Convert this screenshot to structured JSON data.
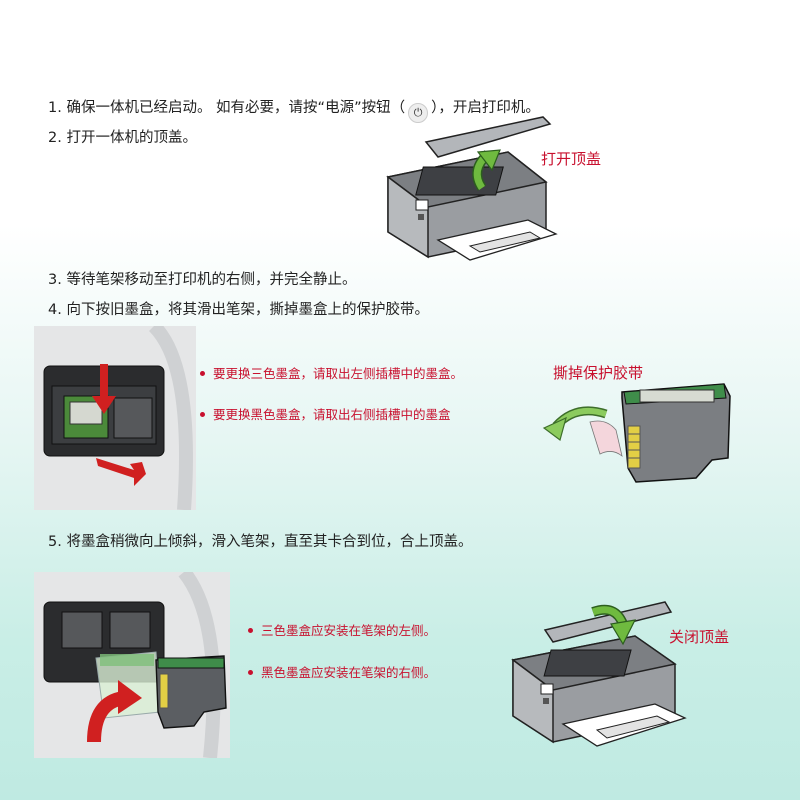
{
  "steps": {
    "s1_pre": "1. 确保一体机已经启动。 如有必要，请按“电源”按钮（",
    "s1_post": "），开启打印机。",
    "s2": "2. 打开一体机的顶盖。",
    "s3": "3. 等待笔架移动至打印机的右侧，并完全静止。",
    "s4": "4. 向下按旧墨盒，将其滑出笔架，撕掉墨盒上的保护胶带。",
    "s5": "5. 将墨盒稍微向上倾斜，滑入笔架，直至其卡合到位，合上顶盖。"
  },
  "labels": {
    "open_lid": "打开顶盖",
    "remove_tape": "撕掉保护胶带",
    "close_lid": "关闭顶盖"
  },
  "bullets": {
    "replace_tricolor": "要更换三色墨盒，请取出左侧插槽中的墨盒。",
    "replace_black": "要更换黑色墨盒，请取出右侧插槽中的墨盒",
    "tricolor_left": "三色墨盒应安装在笔架的左侧。",
    "black_right": "黑色墨盒应安装在笔架的右侧。"
  },
  "icons": {
    "power": "power-icon"
  },
  "colors": {
    "accent_red": "#c8102e",
    "arrow_green": "#6fba3f",
    "printer_gray": "#8c8f93"
  }
}
